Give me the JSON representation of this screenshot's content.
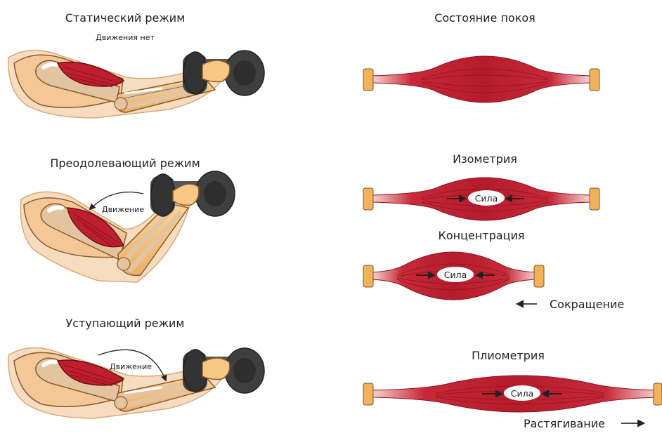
{
  "left": {
    "static_title": "Статический режим",
    "static_note": "Движения нет",
    "overcoming_title": "Преодолевающий режим",
    "overcoming_motion": "Движение",
    "yielding_title": "Уступающий режим",
    "yielding_motion": "Движение"
  },
  "right": {
    "rest_title": "Состояние покоя",
    "isometry_title": "Изометрия",
    "isometry_force": "Сила",
    "concentration_title": "Концентрация",
    "concentration_force": "Сила",
    "contraction_label": "Сокращение",
    "plyometry_title": "Плиометрия",
    "plyometry_force": "Сила",
    "stretching_label": "Растягивание"
  },
  "colors": {
    "muscle": "#bf1e2e",
    "muscle_dark": "#8e1420",
    "tendon": "#f7d9d5",
    "bone_end": "#f2b25c",
    "skin": "#f7c784",
    "bone": "#e3c4a0",
    "weight": "#3f3f3f"
  }
}
